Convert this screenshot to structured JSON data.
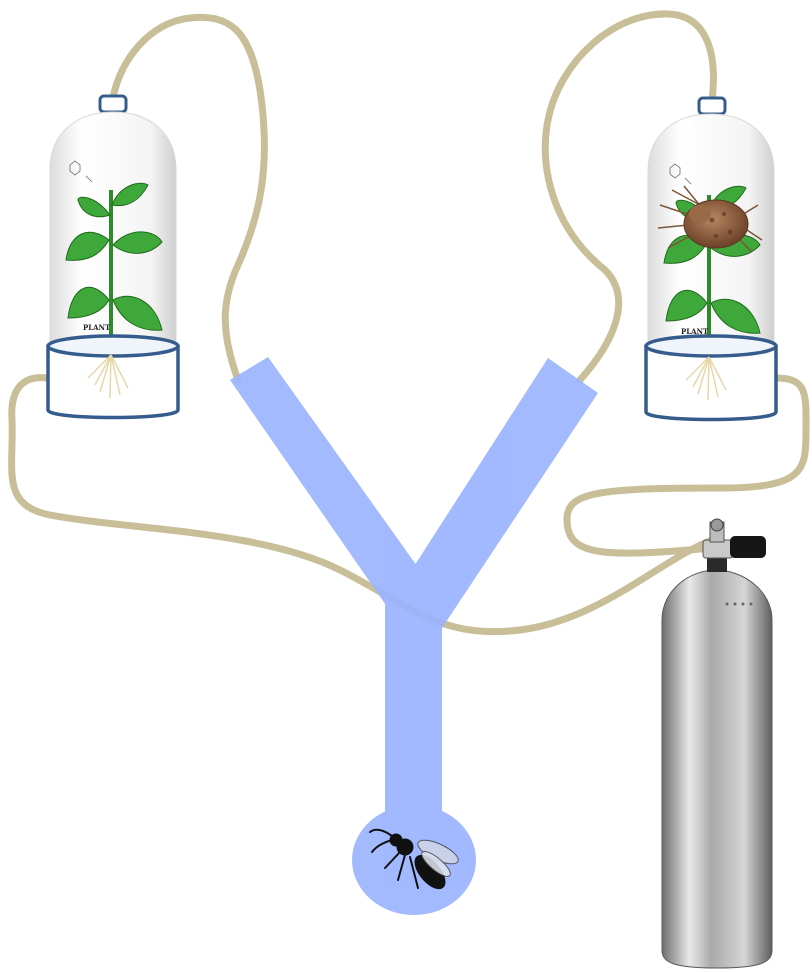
{
  "diagram": {
    "left_chamber": {
      "label": "PLANT",
      "contents": "plant",
      "has_herbivore": false
    },
    "right_chamber": {
      "label": "PLANT",
      "contents": "plant",
      "has_herbivore": true,
      "herbivore": "stink-bug"
    },
    "olfactometer": {
      "shape": "Y-tube",
      "insect": "parasitoid-wasp"
    },
    "gas_source": {
      "item": "air-cylinder"
    },
    "colors": {
      "y_tube": "#9bb4ff",
      "tubing": "#c8bf98",
      "jar_outline": "#355c8c",
      "leaf": "#3fa83a",
      "stem": "#2e8a2a",
      "root": "#e7d7a8",
      "bug": "#8a5a3a"
    }
  }
}
